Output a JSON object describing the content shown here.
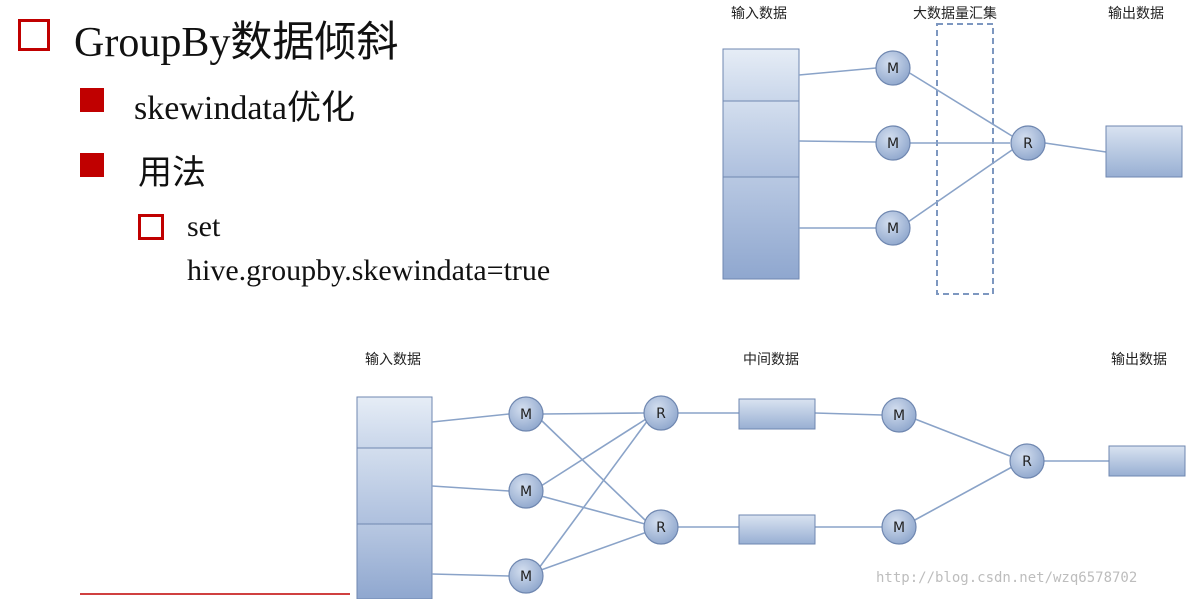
{
  "slide": {
    "title": "GroupBy数据倾斜",
    "bullets": [
      {
        "text": "skewindata优化"
      },
      {
        "text": "用法"
      }
    ],
    "sub_bullet": {
      "line1": "set",
      "line2": "hive.groupby.skewindata=true"
    }
  },
  "diagram_top": {
    "label_input": "输入数据",
    "label_aggregate": "大数据量汇集",
    "label_output": "输出数据",
    "map_node": "M",
    "reduce_node": "R"
  },
  "diagram_bottom": {
    "label_input": "输入数据",
    "label_middle": "中间数据",
    "label_output": "输出数据",
    "map_node": "M",
    "reduce_node": "R"
  },
  "watermark": "http://blog.csdn.net/wzq6578702",
  "colors": {
    "bullet": "#c00000",
    "node_fill": "#9fb3d3",
    "block_light": "#dfe7f3",
    "block_dark": "#9ab0d2",
    "line": "#8aa3c8"
  }
}
